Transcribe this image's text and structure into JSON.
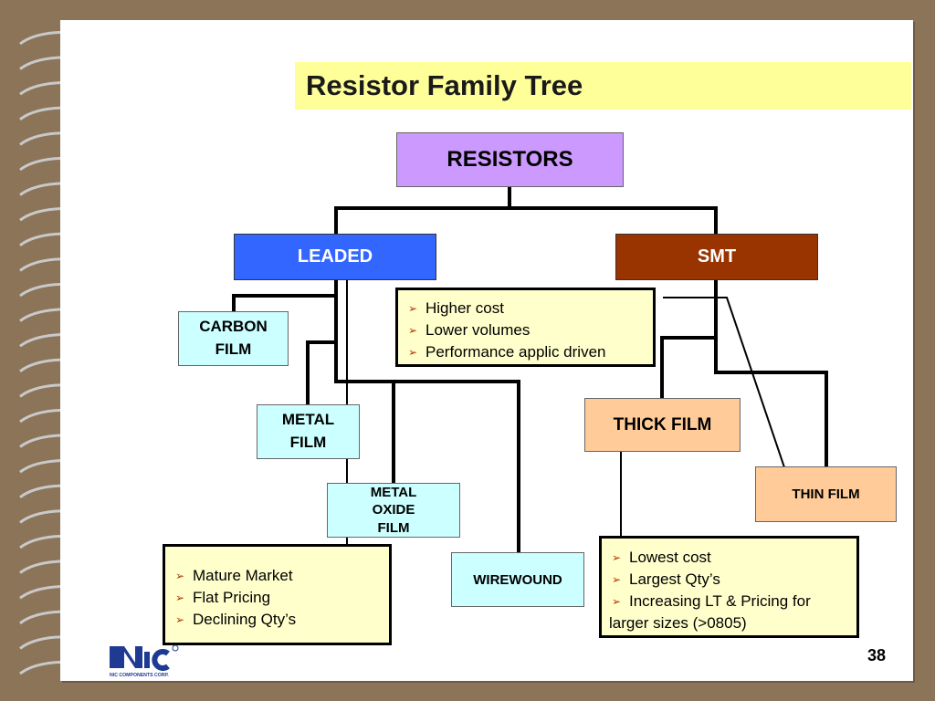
{
  "slide": {
    "title": "Resistor Family Tree",
    "page_number": "38",
    "colors": {
      "frame": "#8b7458",
      "title_band": "#ffff99",
      "note_fill": "#ffffcc"
    }
  },
  "logo": {
    "text": "NIC COMPONENTS CORP.",
    "icon": "nic-logo"
  },
  "tree": {
    "root": "RESISTORS",
    "leaded": "LEADED",
    "smt": "SMT",
    "carbon_film": "CARBON FILM",
    "metal_film": "METAL FILM",
    "metal_oxide_film": "METAL OXIDE FILM",
    "wirewound": "WIREWOUND",
    "thick_film": "THICK FILM",
    "thin_film": "THIN FILM"
  },
  "notes": {
    "smt": [
      "Higher cost",
      "Lower volumes",
      "Performance applic driven"
    ],
    "leaded": [
      "Mature Market",
      "Flat Pricing",
      "Declining Qty’s"
    ],
    "thick_film": [
      "Lowest cost",
      "Largest Qty’s",
      "Increasing LT & Pricing for",
      "larger sizes (>0805)"
    ]
  }
}
